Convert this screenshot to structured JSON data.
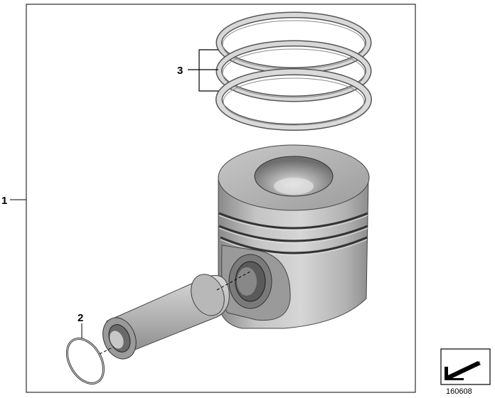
{
  "diagram": {
    "callouts": {
      "piston_assembly": "1",
      "circlip": "2",
      "piston_rings": "3"
    },
    "image_code": "160608",
    "colors": {
      "frame": "#000000",
      "metal_light": "#d2d2d2",
      "metal_mid": "#a8a8a8",
      "metal_dark": "#6e6e6e",
      "ring_fill": "#c8c8c8"
    }
  }
}
